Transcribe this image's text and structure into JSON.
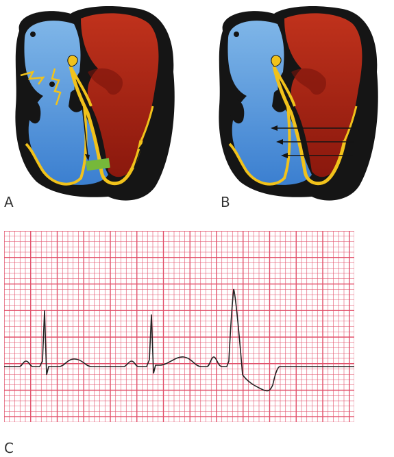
{
  "panels": {
    "a": {
      "label": "A"
    },
    "b": {
      "label": "B"
    },
    "c": {
      "label": "C"
    }
  },
  "colors": {
    "outline": "#151515",
    "right_heart": "#5a9fdd",
    "left_heart": "#a82313",
    "conduction": "#f1c21b",
    "block": "#76b83a",
    "ecg_grid": "#e2506a",
    "ecg_trace": "#222222",
    "background": "#ffffff"
  }
}
